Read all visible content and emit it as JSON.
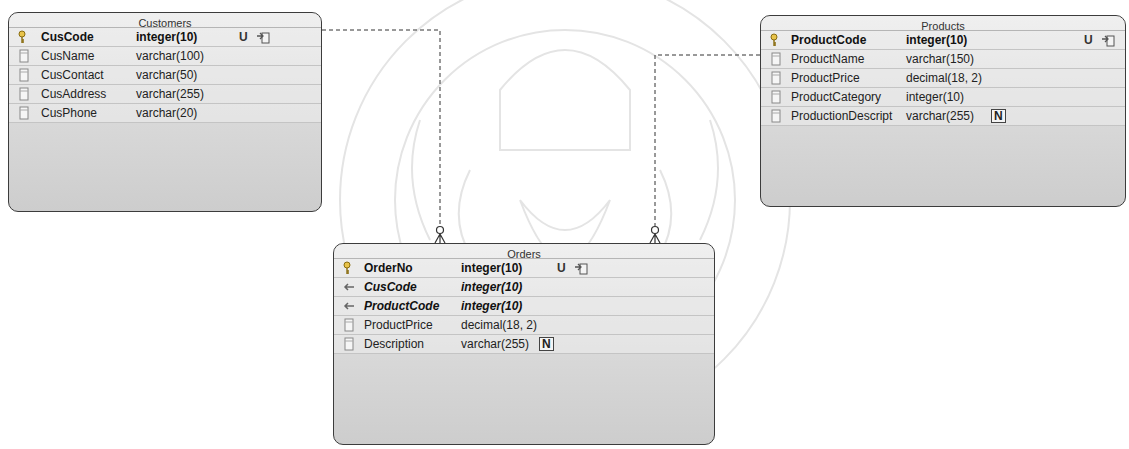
{
  "diagram": {
    "nodes": [
      {
        "text": [
          "Customers",
          "CusCode",
          "integer(10)",
          "U",
          "CusName",
          "varchar(100)",
          "CusContact",
          "varchar(50)",
          "CusAddress",
          "varchar(255)",
          "CusPhone",
          "varchar(20)"
        ]
      },
      {
        "text": [
          "Products",
          "ProductCode",
          "integer(10)",
          "U",
          "ProductName",
          "varchar(150)",
          "ProductPrice",
          "decimal(18, 2)",
          "ProductCategory",
          "integer(10)",
          "ProductionDescript",
          "varchar(255)",
          "N"
        ]
      },
      {
        "text": [
          "Orders",
          "OrderNo",
          "integer(10)",
          "U",
          "CusCode",
          "integer(10)",
          "ProductCode",
          "integer(10)",
          "ProductPrice",
          "decimal(18, 2)",
          "Description",
          "varchar(255)",
          "N"
        ]
      }
    ],
    "edges": [
      {
        "from": 0,
        "to": 2,
        "arrow": "to"
      },
      {
        "from": 1,
        "to": 2,
        "arrow": "to"
      }
    ]
  }
}
